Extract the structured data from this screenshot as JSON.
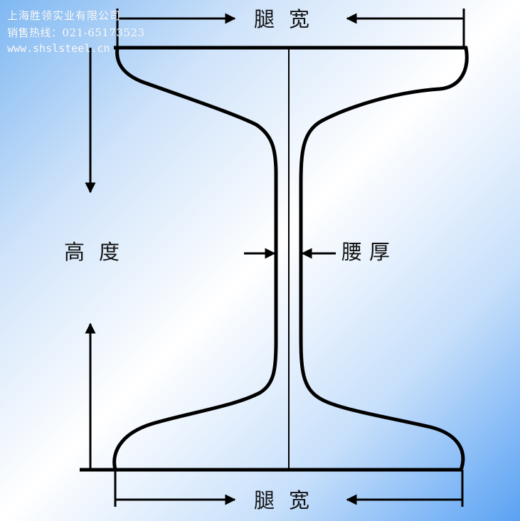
{
  "watermark": {
    "company": "上海胜领实业有限公司",
    "phone": "销售热线：021-65173523",
    "website": "www.shslsteel.cn"
  },
  "labels": {
    "flange_width_top": "腿宽",
    "flange_width_bottom": "腿宽",
    "height": "高度",
    "web_thickness": "腰厚"
  },
  "colors": {
    "line": "#000000",
    "watermark_text": "#ffffff"
  }
}
